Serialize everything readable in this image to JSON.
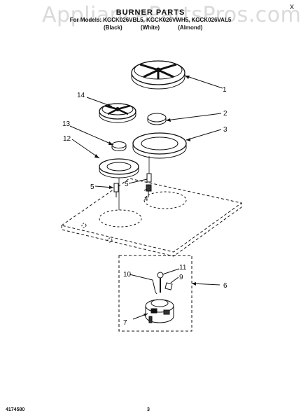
{
  "watermark": "AppliancePartsPros.com",
  "corner_mark": "x",
  "title": "BURNER PARTS",
  "models_line": "For Models: KGCK026VBL5, KGCK026VWH5, KGCK026VAL5",
  "colors": [
    "(Black)",
    "(White)",
    "(Almond)"
  ],
  "callouts": [
    "1",
    "2",
    "3",
    "5",
    "5",
    "4",
    "6",
    "7",
    "9",
    "10",
    "11",
    "12",
    "13",
    "14"
  ],
  "footer": {
    "code": "4174580",
    "page": "3"
  }
}
